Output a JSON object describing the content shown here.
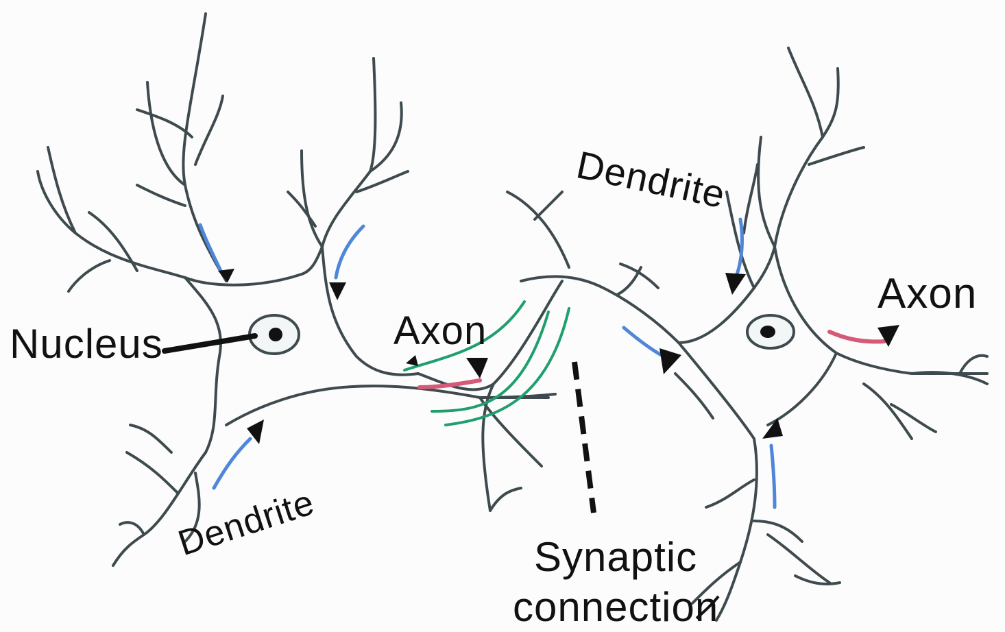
{
  "labels": {
    "nucleus": "Nucleus",
    "axon_left": "Axon",
    "axon_right": "Axon",
    "dendrite_top": "Dendrite",
    "dendrite_bottom": "Dendrite",
    "synaptic_line1": "Synaptic",
    "synaptic_line2": "connection"
  },
  "colors": {
    "neuron_outline": "#3e4a4e",
    "signal_arrow": "#4f86d9",
    "axon_highlight": "#d45a78",
    "synapse_lines": "#1f9e6e",
    "text": "#111111"
  }
}
